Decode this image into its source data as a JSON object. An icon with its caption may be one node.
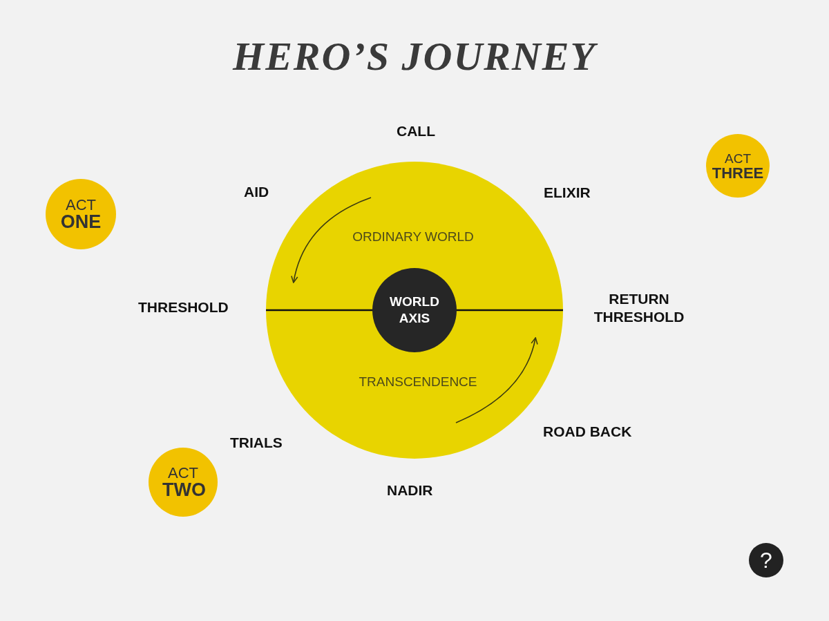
{
  "diagram": {
    "title": "HERO’S JOURNEY",
    "nodes": [
      {
        "text": [
          "ACT **THREE**"
        ]
      },
      {
        "text": [
          "ACT **ONE**"
        ]
      },
      {
        "text": [
          "ORDINARY WORLD",
          "TRANSCENDENCE"
        ]
      },
      {
        "text": [
          "WORLD AXIS"
        ],
        "in": 2
      },
      {
        "text": [
          "ACT **TWO**"
        ]
      },
      {
        "text": [
          "?"
        ]
      }
    ],
    "edges": [],
    "labels": [
      "CALL",
      "AID",
      "ELIXIR",
      "THRESHOLD",
      "RETURN THRESHOLD",
      "TRIALS",
      "ROAD BACK",
      "NADIR"
    ]
  }
}
